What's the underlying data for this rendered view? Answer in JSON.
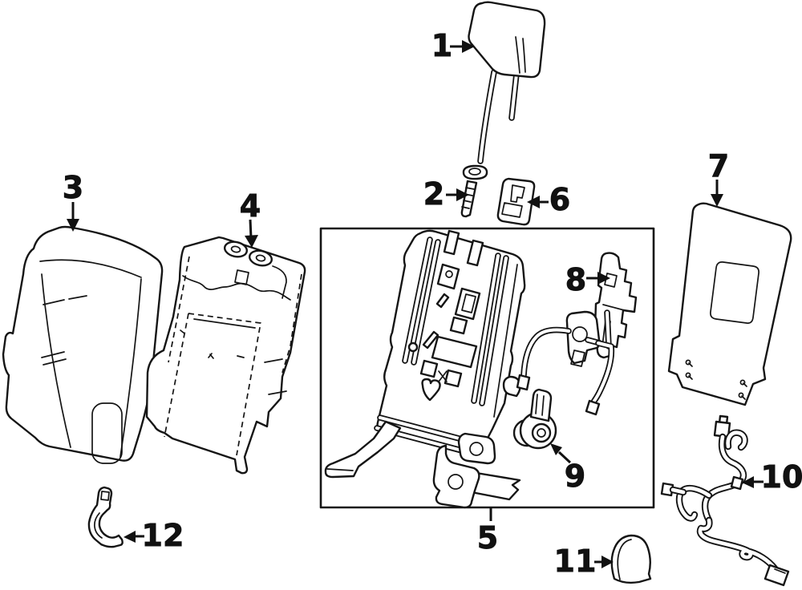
{
  "diagram": {
    "background_color": "#ffffff",
    "line_color": "#151515",
    "callouts": [
      {
        "number": "1"
      },
      {
        "number": "2"
      },
      {
        "number": "3"
      },
      {
        "number": "4"
      },
      {
        "number": "5"
      },
      {
        "number": "6"
      },
      {
        "number": "7"
      },
      {
        "number": "8"
      },
      {
        "number": "9"
      },
      {
        "number": "10"
      },
      {
        "number": "11"
      },
      {
        "number": "12"
      }
    ]
  }
}
